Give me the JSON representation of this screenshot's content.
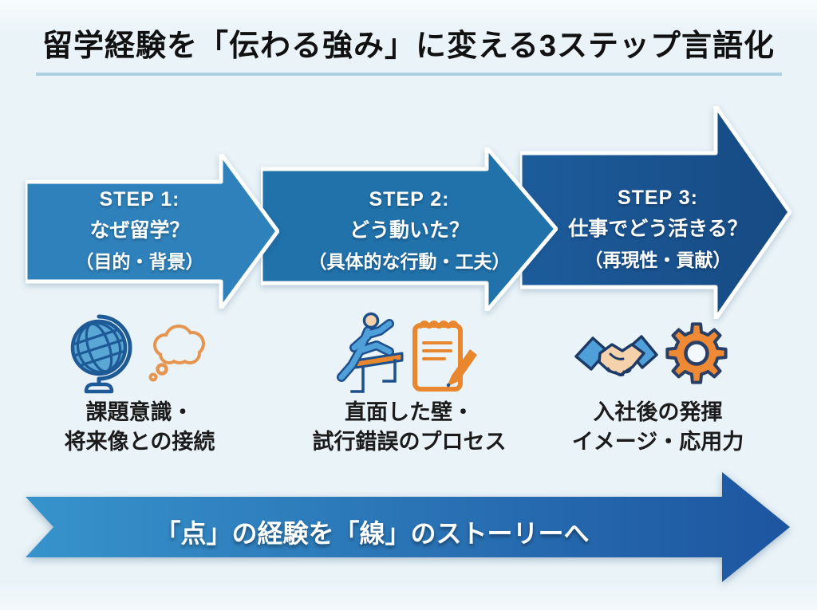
{
  "title": "留学経験を「伝わる強み」に変える3ステップ言語化",
  "steps": [
    {
      "label": "STEP 1:",
      "question": "なぜ留学？",
      "detail": "（目的・背景）",
      "icons": [
        "globe-icon",
        "thought-bubble-icon"
      ],
      "caption_line1": "課題意識・",
      "caption_line2": "将来像との接続"
    },
    {
      "label": "STEP 2:",
      "question": "どう動いた？",
      "detail": "（具体的な行動・工夫）",
      "icons": [
        "hurdler-icon",
        "notepad-pencil-icon"
      ],
      "caption_line1": "直面した壁・",
      "caption_line2": "試行錯誤のプロセス"
    },
    {
      "label": "STEP 3:",
      "question": "仕事でどう活きる？",
      "detail": "（再現性・貢献）",
      "icons": [
        "handshake-icon",
        "gear-icon"
      ],
      "caption_line1": "入社後の発揮",
      "caption_line2": "イメージ・応用力"
    }
  ],
  "banner": {
    "text": "「点」の経験を「線」のストーリーへ"
  },
  "colors": {
    "background": "#e9f3f8",
    "divider": "#abd0e4",
    "step1_blue": "#2e81ba",
    "step2_blue": "#2171aa",
    "step3_blue_start": "#1d5c9c",
    "step3_blue_end": "#164a82",
    "banner_gradient_start": "#3793cb",
    "banner_gradient_end": "#1d55a0",
    "accent_orange": "#e8872e",
    "icon_blue": "#4f9fd9",
    "icon_outline_navy": "#1d4f8c",
    "skin_tone": "#f6d2ac",
    "text_dark": "#1b1b1b"
  }
}
